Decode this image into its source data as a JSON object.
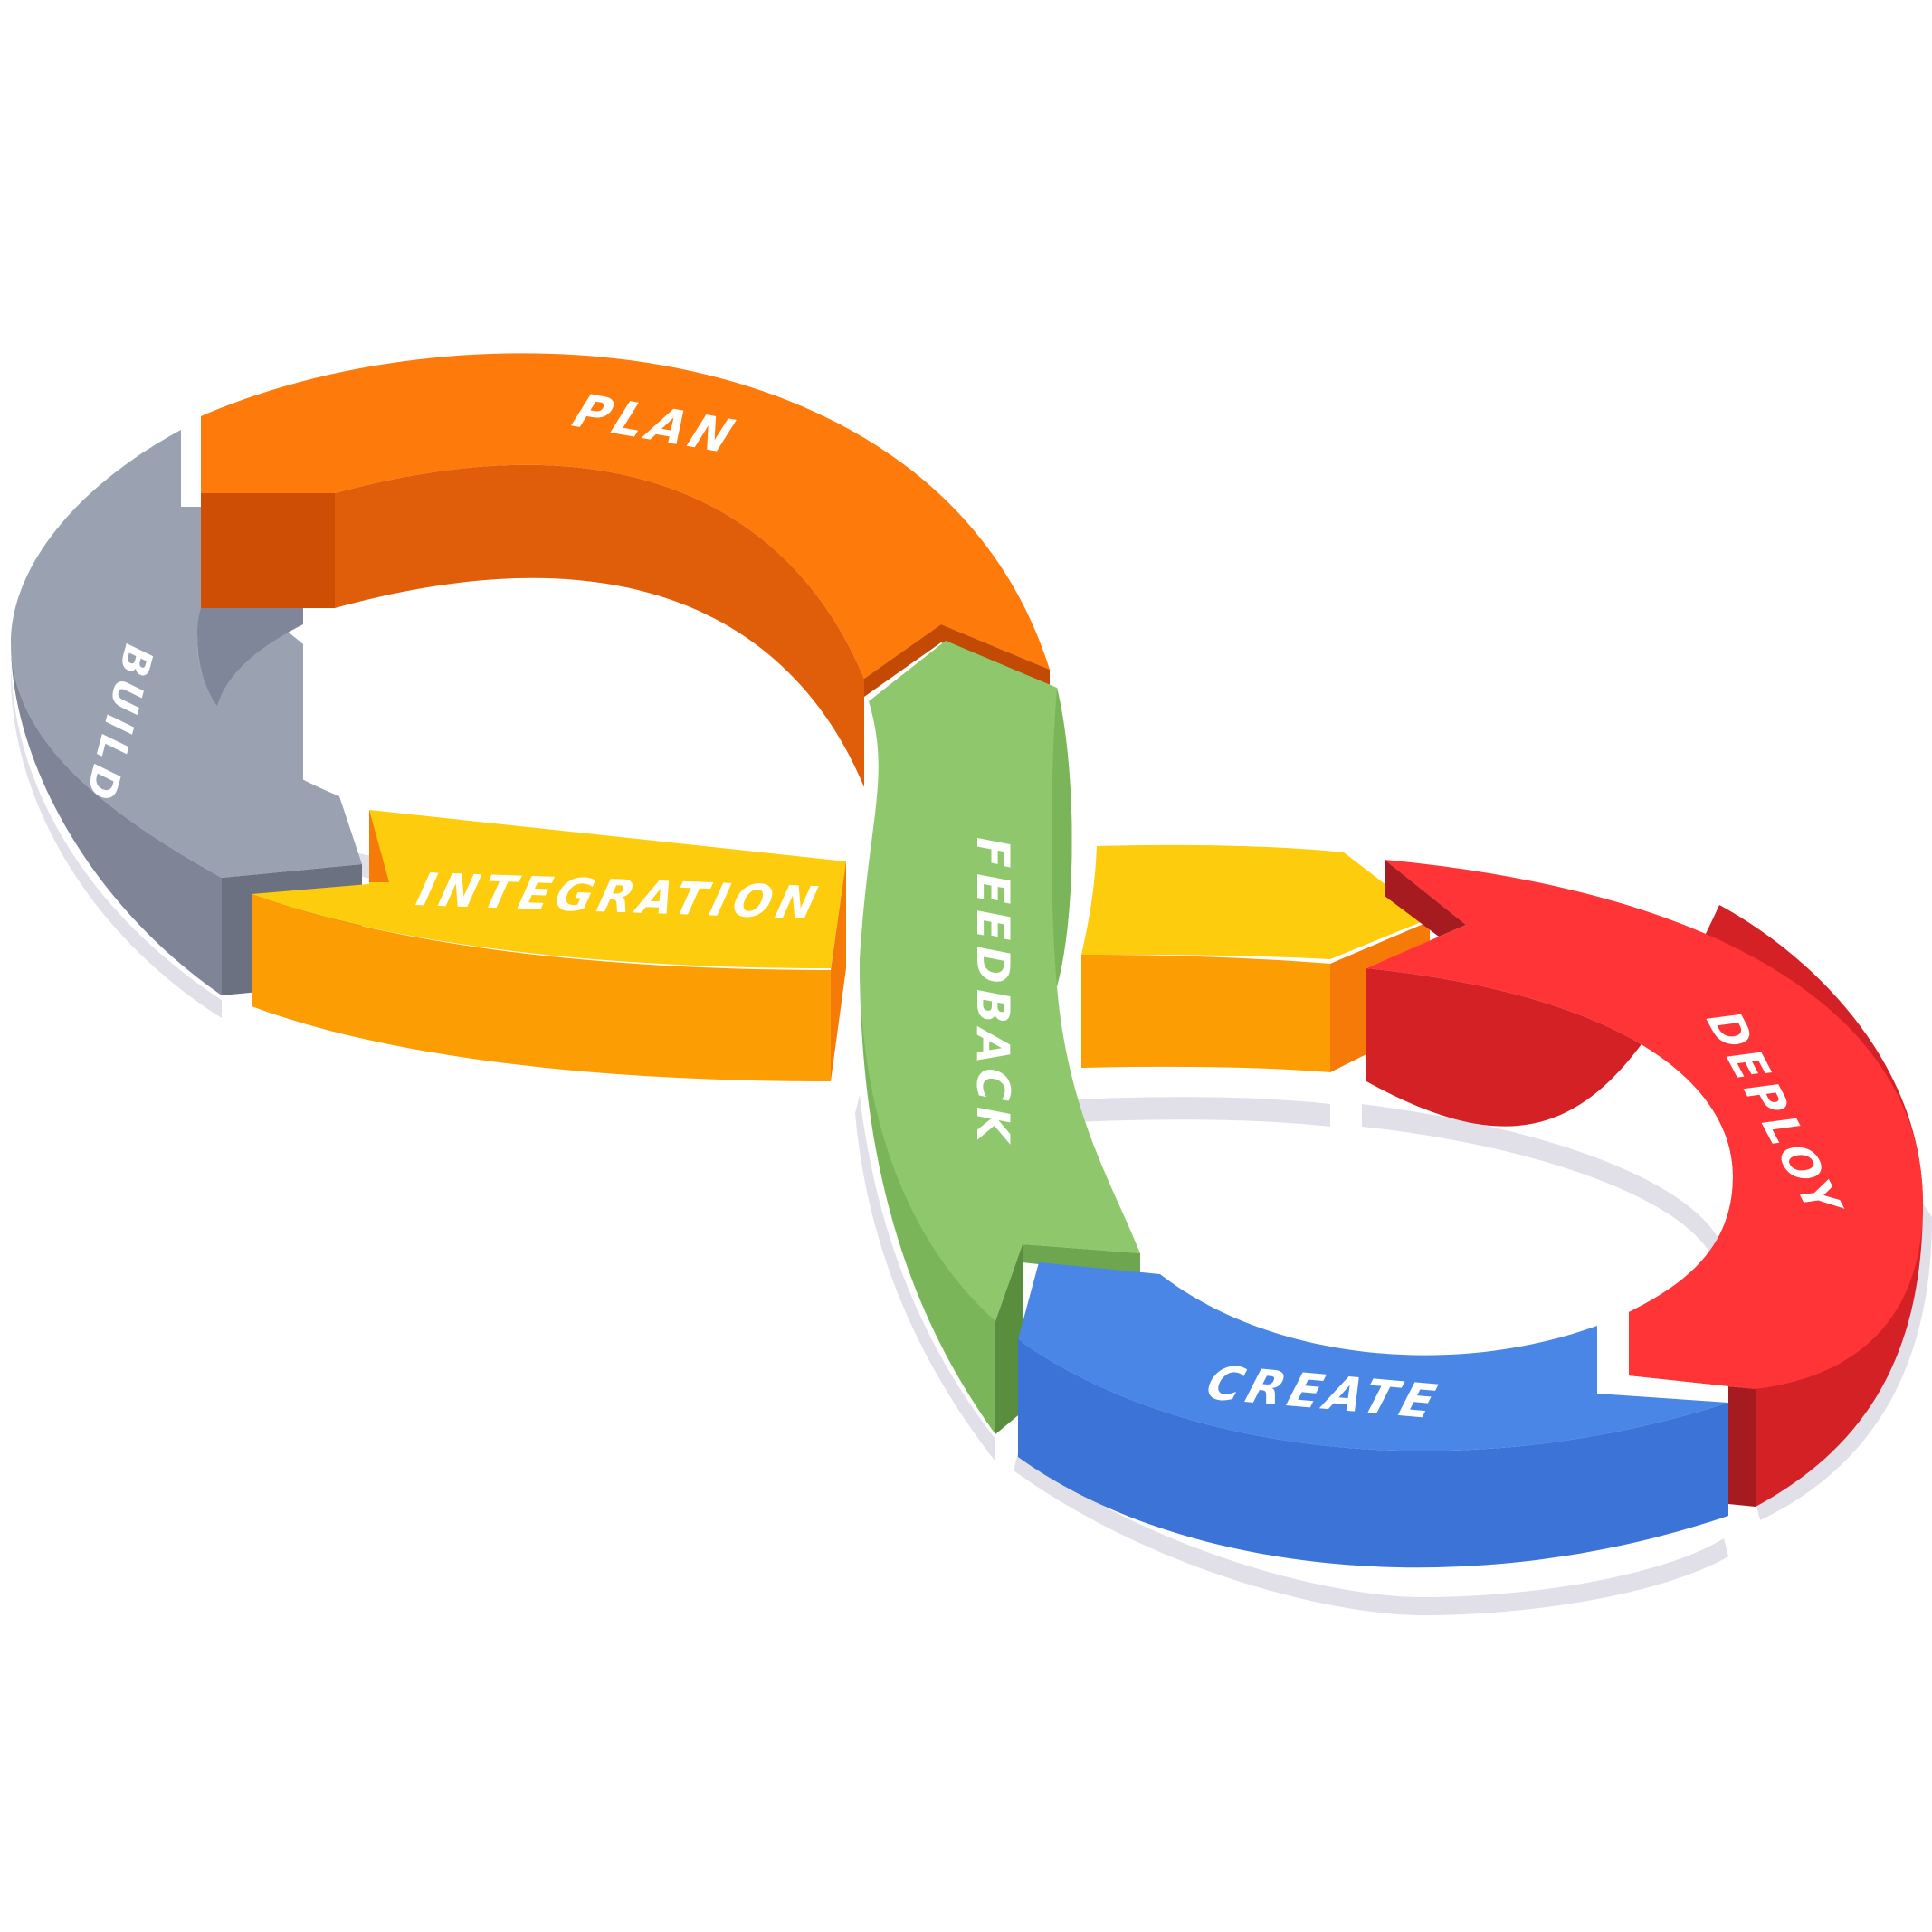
{
  "diagram": {
    "type": "devops-infinity-loop",
    "stages": [
      {
        "key": "plan",
        "label": "PLAN",
        "color": "#FD7A0B"
      },
      {
        "key": "feedback",
        "label": "FEEDBACK",
        "color": "#8FC86C"
      },
      {
        "key": "deploy",
        "label": "DEPLOY",
        "color": "#FF3436"
      },
      {
        "key": "create",
        "label": "CREATE",
        "color": "#4A86E5"
      },
      {
        "key": "integration",
        "label": "INTEGRATION",
        "color": "#FDCC0C"
      },
      {
        "key": "build",
        "label": "BUILD",
        "color": "#9AA1B1"
      }
    ],
    "colors": {
      "background": "#ffffff",
      "shadow": "#E1E0E8",
      "label_text": "#ffffff"
    }
  }
}
